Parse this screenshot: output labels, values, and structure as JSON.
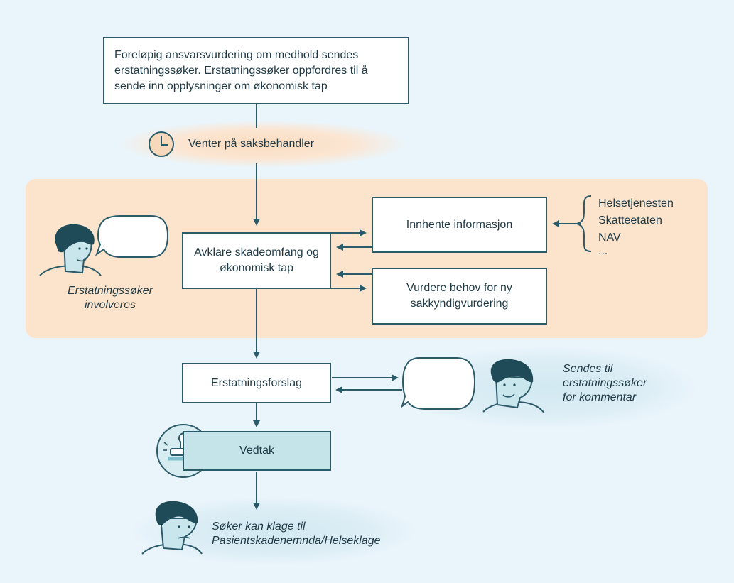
{
  "nodes": {
    "top_box": "Foreløpig ansvarsvurdering om medhold sendes erstatningssøker. Erstatningssøker oppfordres til å sende inn opplysninger om økonomisk tap",
    "wait_label": "Venter på saksbehandler",
    "clarify_box": "Avklare skadeomfang og økonomisk tap",
    "gather_box": "Innhente informasjon",
    "assess_box": "Vurdere behov for ny sakkyndigvurdering",
    "proposal_box": "Erstatningsforslag",
    "decision_box": "Vedtak"
  },
  "sources": [
    "Helsetjenesten",
    "Skatteetaten",
    "NAV",
    "..."
  ],
  "captions": {
    "applicant_involved": "Erstatningssøker involveres",
    "sent_for_comment": "Sendes til erstatningssøker for kommentar",
    "appeal": "Søker kan klage til Pasientskadenemnda/Helseklage"
  },
  "colors": {
    "line": "#2b5a68",
    "band": "#fbe3cc",
    "background": "#eaf5fb",
    "decision_fill": "#c5e4ea",
    "face_fill": "#c8e6ec",
    "hair": "#1f4a58"
  },
  "icons": [
    "clock-icon",
    "person-icon",
    "speech-bubble-icon",
    "stamp-icon"
  ]
}
